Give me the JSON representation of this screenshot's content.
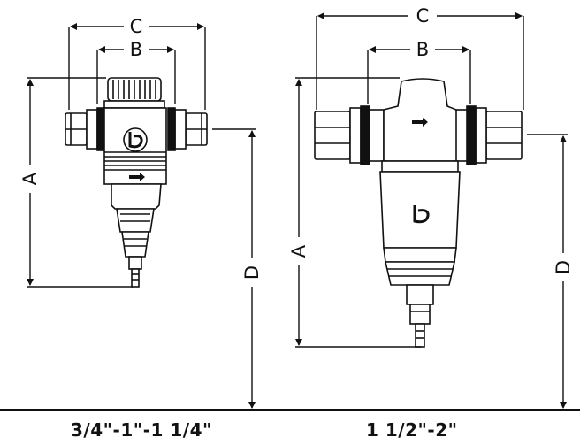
{
  "dimensions": {
    "c_label": "C",
    "b_label": "B",
    "a_label": "A",
    "d_label": "D"
  },
  "captions": {
    "small_sizes": "3/4\"-1\"-1 1/4\"",
    "large_sizes": "1 1/2\"-2\""
  },
  "icons": {
    "brand_logo": "swirl-logo-icon",
    "flow_arrow": "flow-direction-arrow-icon"
  }
}
